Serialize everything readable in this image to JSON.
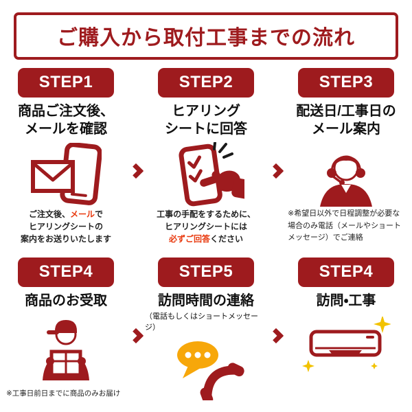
{
  "title": "ご購入から取付工事までの流れ",
  "colors": {
    "primary_red": "#9e1b1e",
    "highlight_red": "#e8380d",
    "bubble_orange": "#f7a70a",
    "sparkle_yellow": "#f2c200"
  },
  "icons": {
    "step1": "mail-phone-icon",
    "step2": "tap-checklist-phone-icon",
    "step3": "call-center-operator-icon",
    "step4": "delivery-person-box-icon",
    "step5": "chat-bubble-telephone-icon",
    "step6": "air-conditioner-sparkle-icon"
  },
  "row1": [
    {
      "badge": "STEP1",
      "heading": "商品ご注文後、\nメールを確認",
      "desc_pre": "ご注文後、",
      "desc_highlight": "メール",
      "desc_post": "で\nヒアリングシートの\n案内をお送りいたします"
    },
    {
      "badge": "STEP2",
      "heading": "ヒアリング\nシートに回答",
      "desc_pre": "工事の手配をするために、\nヒアリングシートには\n",
      "desc_highlight": "必ずご回答",
      "desc_post": "ください"
    },
    {
      "badge": "STEP3",
      "heading": "配送日/工事日の\nメール案内",
      "desc": "※希望日以外で日程調整が必要な場合のみ電話（メールやショートメッセージ）でご連絡"
    }
  ],
  "row2": [
    {
      "badge": "STEP4",
      "heading": "商品のお受取",
      "note": "※工事日前日までに商品のみお届け"
    },
    {
      "badge": "STEP5",
      "heading": "訪問時間の連絡",
      "subheading": "（電話もしくはショートメッセージ）"
    },
    {
      "badge": "STEP4",
      "heading": "訪問・工事"
    }
  ]
}
